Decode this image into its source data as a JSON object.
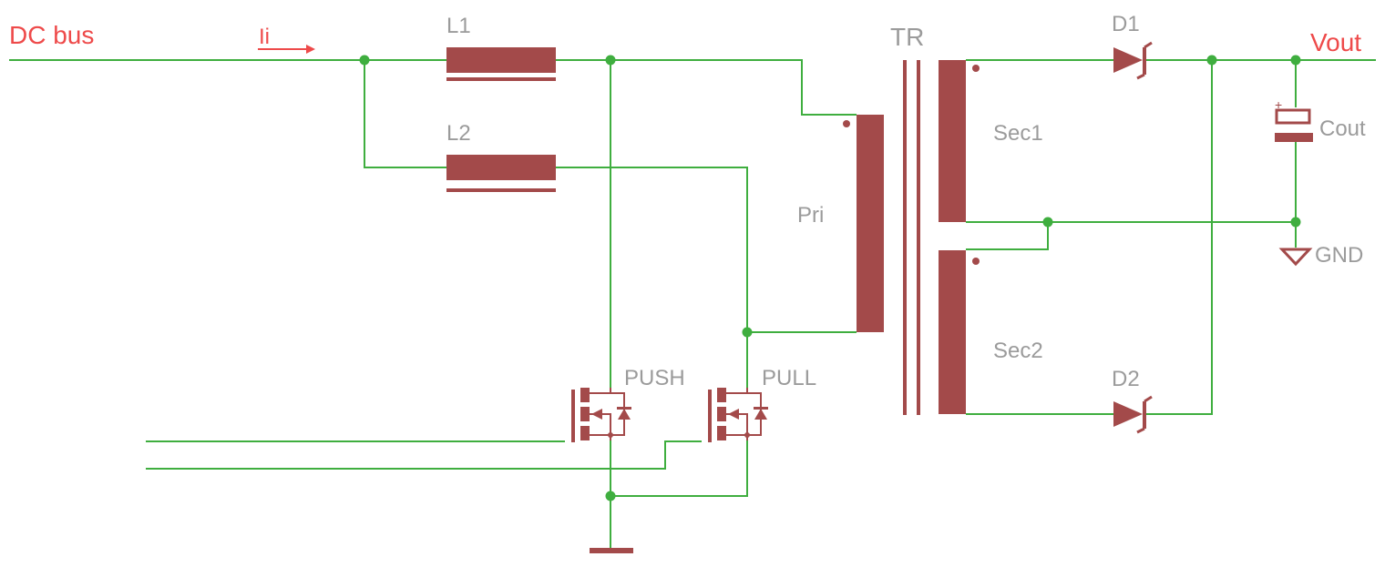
{
  "labels": {
    "dc_bus": "DC bus",
    "current": "Ii",
    "vout": "Vout",
    "l1": "L1",
    "l2": "L2",
    "tr": "TR",
    "pri": "Pri",
    "sec1": "Sec1",
    "sec2": "Sec2",
    "d1": "D1",
    "d2": "D2",
    "cout": "Cout",
    "cout_polarity": "+",
    "gnd": "GND",
    "push": "PUSH",
    "pull": "PULL"
  },
  "colors": {
    "wire": "#3fae3f",
    "component": "#a34a4a",
    "component_label": "#9b9b9b",
    "net_label": "#ee4a4a"
  }
}
